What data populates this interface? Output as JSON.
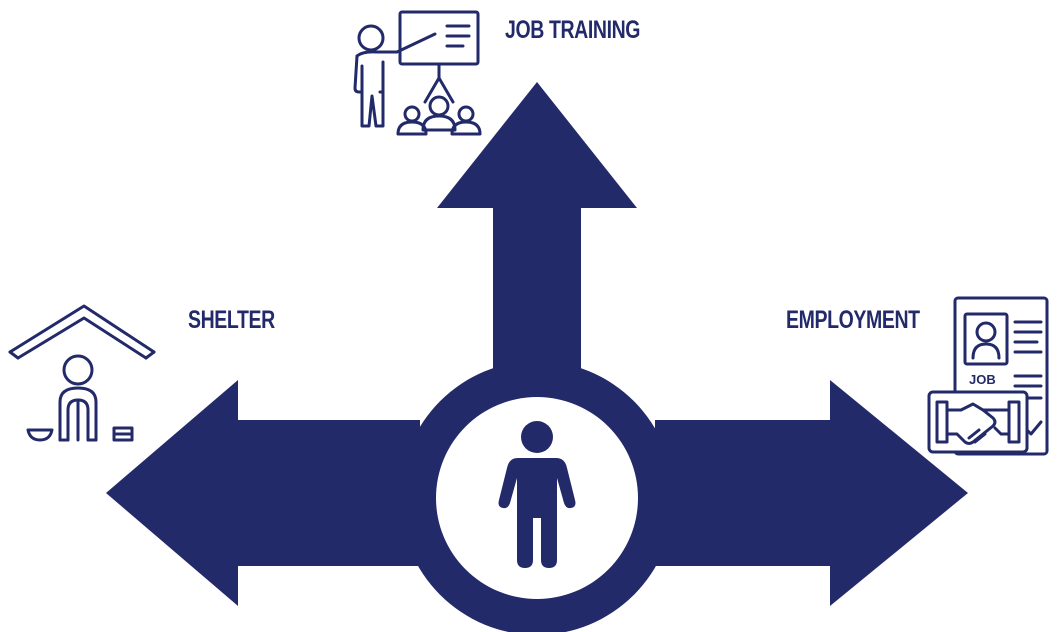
{
  "colors": {
    "primary": "#232a6a",
    "background": "#ffffff"
  },
  "labels": {
    "job_training": "JOB TRAINING",
    "shelter": "SHELTER",
    "employment": "EMPLOYMENT"
  },
  "icons": {
    "job_training": "presentation-training-icon",
    "shelter": "homeless-shelter-icon",
    "employment": "job-application-handshake-icon",
    "center": "person-icon"
  },
  "employment_card": {
    "tag": "JOB"
  }
}
